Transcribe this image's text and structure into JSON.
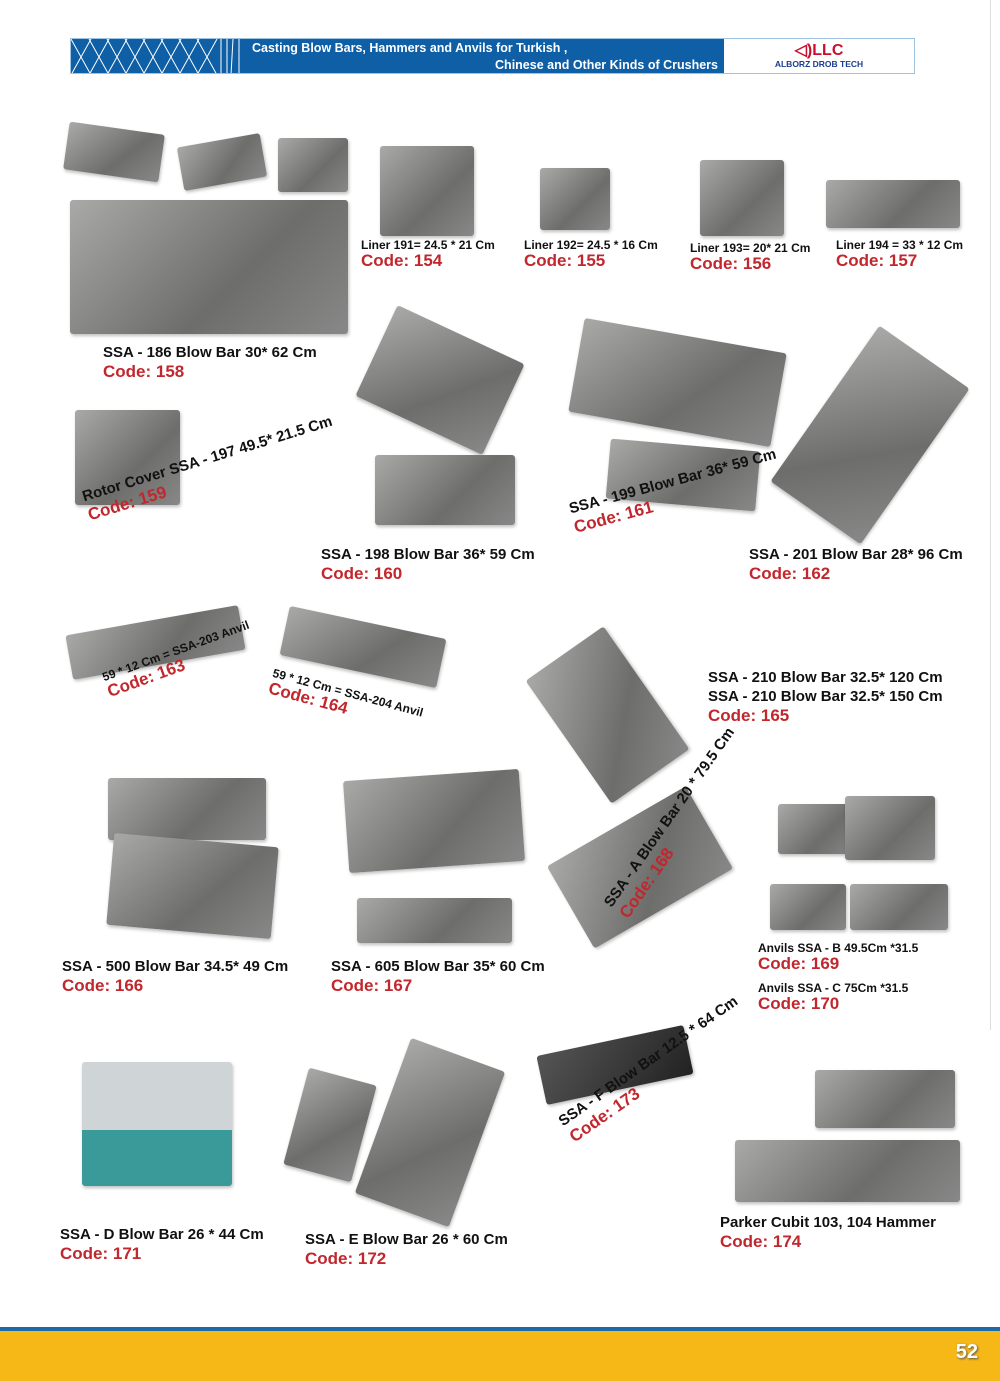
{
  "header": {
    "title_line1": "Casting Blow Bars, Hammers and Anvils  for Turkish ,",
    "title_line2": "Chinese and Other Kinds of Crushers",
    "logo_llc": "LLC",
    "logo_sub": "ALBORZ DROB TECH"
  },
  "items": [
    {
      "lines": [
        "SSA - 186 Blow Bar 30* 62 Cm"
      ],
      "code": "Code: 158"
    },
    {
      "lines": [
        "Liner 191= 24.5 * 21 Cm"
      ],
      "code": "Code: 154"
    },
    {
      "lines": [
        "Liner 192= 24.5 * 16 Cm"
      ],
      "code": "Code: 155"
    },
    {
      "lines": [
        "Liner 193= 20* 21 Cm"
      ],
      "code": "Code: 156"
    },
    {
      "lines": [
        "Liner 194 = 33 * 12 Cm"
      ],
      "code": "Code: 157"
    },
    {
      "lines": [
        "Rotor Cover SSA - 197  49.5* 21.5 Cm"
      ],
      "code": "Code: 159"
    },
    {
      "lines": [
        "SSA - 198 Blow Bar 36* 59 Cm"
      ],
      "code": "Code: 160"
    },
    {
      "lines": [
        "SSA - 199 Blow Bar 36* 59 Cm"
      ],
      "code": "Code: 161"
    },
    {
      "lines": [
        "SSA - 201 Blow Bar 28* 96 Cm"
      ],
      "code": "Code: 162"
    },
    {
      "lines": [
        "59 * 12 Cm = SSA-203 Anvil"
      ],
      "code": "Code: 163"
    },
    {
      "lines": [
        "59 * 12 Cm = SSA-204 Anvil"
      ],
      "code": "Code: 164"
    },
    {
      "lines": [
        "SSA - 210 Blow Bar 32.5* 120 Cm",
        "SSA - 210 Blow Bar 32.5* 150 Cm"
      ],
      "code": "Code: 165"
    },
    {
      "lines": [
        "SSA - 500 Blow Bar 34.5* 49 Cm"
      ],
      "code": "Code: 166"
    },
    {
      "lines": [
        "SSA - 605 Blow Bar 35* 60 Cm"
      ],
      "code": "Code: 167"
    },
    {
      "lines": [
        "SSA - A Blow Bar 20 * 79.5 Cm"
      ],
      "code": "Code: 168"
    },
    {
      "lines": [
        "Anvils SSA - B 49.5Cm *31.5"
      ],
      "code": "Code: 169"
    },
    {
      "lines": [
        "Anvils SSA - C  75Cm *31.5"
      ],
      "code": "Code: 170"
    },
    {
      "lines": [
        "SSA - D Blow Bar 26 * 44 Cm"
      ],
      "code": "Code: 171"
    },
    {
      "lines": [
        "SSA - E Blow Bar 26 * 60 Cm"
      ],
      "code": "Code: 172"
    },
    {
      "lines": [
        "SSA - F Blow Bar 12.5 * 64 Cm"
      ],
      "code": "Code: 173"
    },
    {
      "lines": [
        "Parker Cubit 103, 104 Hammer"
      ],
      "code": "Code: 174"
    }
  ],
  "footer": {
    "page_number": "52"
  }
}
